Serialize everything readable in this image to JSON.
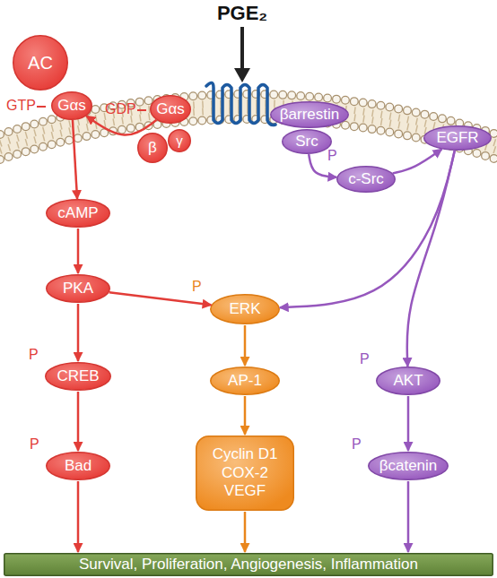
{
  "diagram": {
    "nodes": [
      {
        "text": [
          "AC"
        ]
      },
      {
        "text": [
          "GTP",
          "Gαs"
        ]
      },
      {
        "text": [
          "GDP",
          "Gαs"
        ]
      },
      {
        "text": [
          "β"
        ]
      },
      {
        "text": [
          "γ"
        ]
      },
      {
        "text": [
          "βarrestin"
        ]
      },
      {
        "text": [
          "Src"
        ]
      },
      {
        "text": [
          "EGFR"
        ]
      },
      {
        "text": [
          "P",
          "c-Src"
        ]
      },
      {
        "text": [
          "cAMP"
        ]
      },
      {
        "text": [
          "PKA"
        ]
      },
      {
        "text": [
          "P",
          "ERK"
        ]
      },
      {
        "text": [
          "P",
          "CREB"
        ]
      },
      {
        "text": [
          "AP-1"
        ]
      },
      {
        "text": [
          "P",
          "AKT"
        ]
      },
      {
        "text": [
          "P",
          "Bad"
        ]
      },
      {
        "text": [
          "Cyclin D1 COX-2 VEGF"
        ]
      },
      {
        "text": [
          "P",
          "βcatenin"
        ]
      },
      {
        "text": [
          "Survival, Proliferation, Angiogenesis, Inflammation"
        ]
      }
    ],
    "edges": [
      {
        "from": 2,
        "to": 1,
        "arrow": "to"
      },
      {
        "from": 1,
        "to": 9,
        "arrow": "to"
      },
      {
        "from": 9,
        "to": 10,
        "arrow": "to"
      },
      {
        "from": 10,
        "to": 12,
        "arrow": "to"
      },
      {
        "from": 12,
        "to": 15,
        "arrow": "to"
      },
      {
        "from": 15,
        "to": 18,
        "arrow": "to"
      },
      {
        "from": 10,
        "to": 11,
        "arrow": "to"
      },
      {
        "from": 6,
        "to": 8,
        "arrow": "to"
      },
      {
        "from": 8,
        "to": 7,
        "arrow": "to"
      },
      {
        "from": 7,
        "to": 11,
        "arrow": "to"
      },
      {
        "from": 7,
        "to": 14,
        "arrow": "to"
      },
      {
        "from": 11,
        "to": 13,
        "arrow": "to"
      },
      {
        "from": 13,
        "to": 16,
        "arrow": "to"
      },
      {
        "from": 16,
        "to": 18,
        "arrow": "to"
      },
      {
        "from": 14,
        "to": 17,
        "arrow": "to"
      },
      {
        "from": 17,
        "to": 18,
        "arrow": "to"
      }
    ],
    "labels": [
      "PGE₂"
    ]
  }
}
